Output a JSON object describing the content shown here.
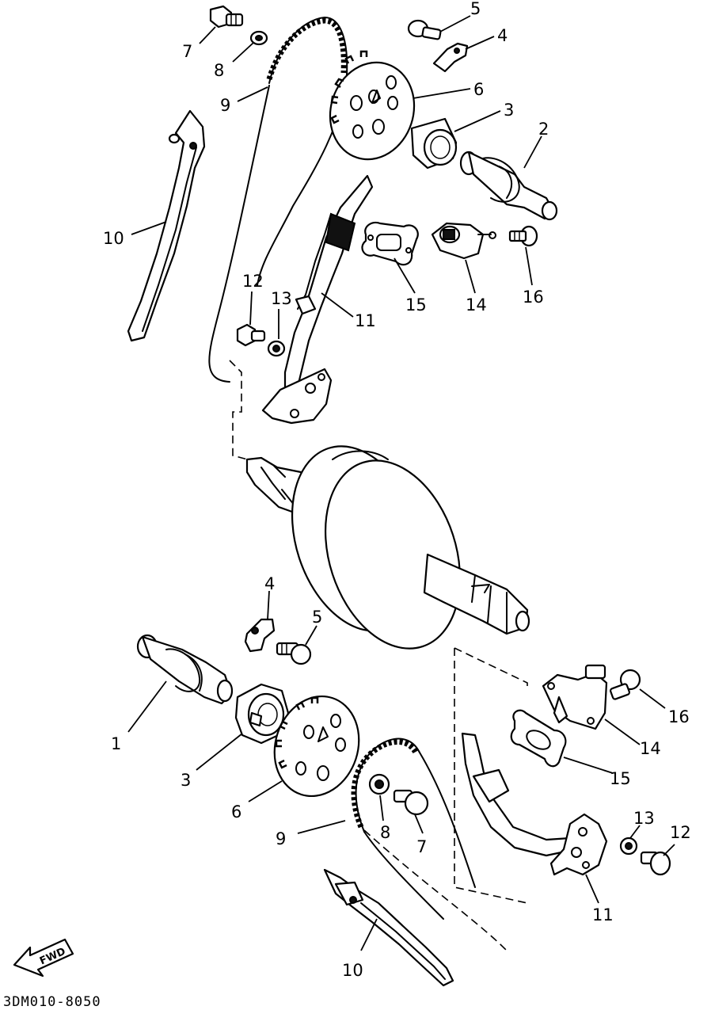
{
  "diagram_code": "3DM010-8050",
  "fwd_label": "FWD",
  "callouts": {
    "c7_top": "7",
    "c8_top": "8",
    "c9_top": "9",
    "c5_top": "5",
    "c4_top": "4",
    "c6_top": "6",
    "c3_top": "3",
    "c2": "2",
    "c10_top": "10",
    "c12_top": "12",
    "c13_top": "13",
    "c11_top": "11",
    "c15_top": "15",
    "c14_top": "14",
    "c16_top": "16",
    "c4_bot": "4",
    "c5_bot": "5",
    "c1": "1",
    "c3_bot": "3",
    "c6_bot": "6",
    "c9_bot": "9",
    "c8_bot": "8",
    "c7_bot": "7",
    "c16_bot": "16",
    "c14_bot": "14",
    "c15_bot": "15",
    "c13_bot": "13",
    "c12_bot": "12",
    "c11_bot": "11",
    "c10_bot": "10"
  }
}
